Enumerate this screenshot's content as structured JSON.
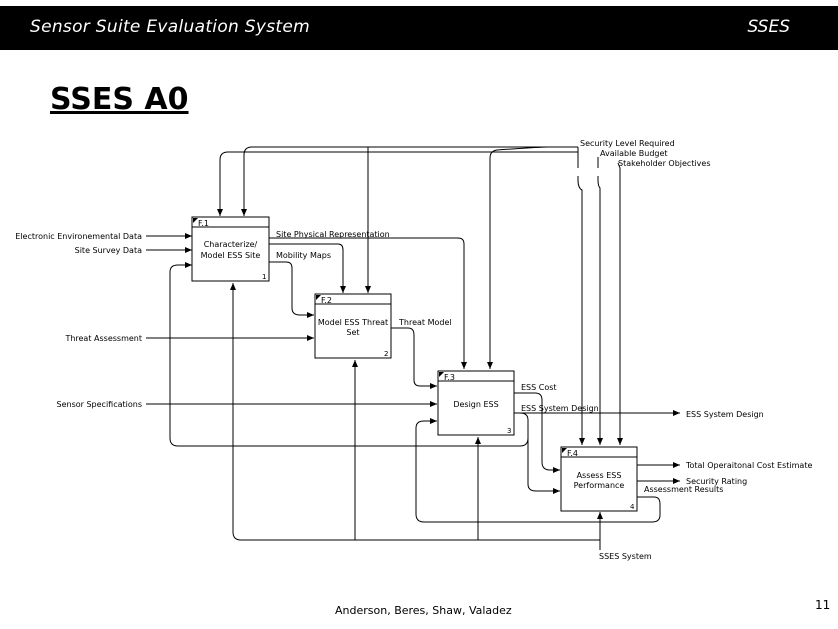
{
  "header": {
    "left": "Sensor Suite Evaluation System",
    "right": "SSES"
  },
  "title": "SSES A0",
  "diagram": {
    "boxes": [
      {
        "id": "F.1",
        "lines": [
          "Characterize/",
          "Model ESS Site"
        ],
        "num": "1"
      },
      {
        "id": "F.2",
        "lines": [
          "Model ESS Threat",
          "Set"
        ],
        "num": "2"
      },
      {
        "id": "F.3",
        "lines": [
          "Design ESS"
        ],
        "num": "3"
      },
      {
        "id": "F.4",
        "lines": [
          "Assess ESS",
          "Performance"
        ],
        "num": "4"
      }
    ],
    "labels": {
      "security_level": "Security Level Required",
      "available_budget": "Available Budget",
      "stakeholder_objectives": "Stakeholder Objectives",
      "electronic_env_data": "Electronic Environemental Data",
      "site_survey_data": "Site Survey Data",
      "site_physical_rep": "Site Physical Representation",
      "mobility_maps": "Mobility Maps",
      "threat_assessment": "Threat Assessment",
      "threat_model": "Threat Model",
      "sensor_specs": "Sensor Specifications",
      "ess_cost": "ESS Cost",
      "ess_system_design_internal": "ESS System Design",
      "ess_system_design_output": "ESS System Design",
      "total_cost": "Total Operaitonal Cost Estimate",
      "security_rating": "Security Rating",
      "assessment_results": "Assessment Results",
      "sses_system": "SSES System"
    }
  },
  "footer": {
    "authors": "Anderson, Beres, Shaw, Valadez",
    "page": "11"
  }
}
